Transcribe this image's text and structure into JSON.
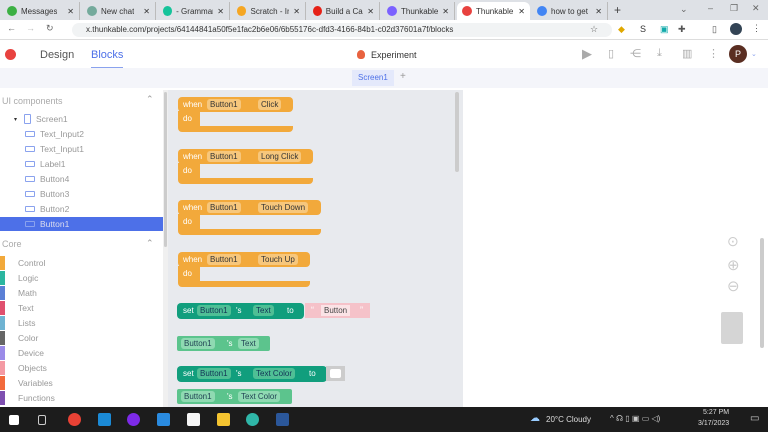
{
  "browser": {
    "tabs": [
      {
        "label": "Messages",
        "color": "#3cb043"
      },
      {
        "label": "New chat",
        "color": "#74aa9c"
      },
      {
        "label": "- Grammarl",
        "color": "#15c39a"
      },
      {
        "label": "Scratch - In",
        "color": "#f5a623"
      },
      {
        "label": "Build a Calc",
        "color": "#e62117"
      },
      {
        "label": "Thunkable",
        "color": "#7b61ff"
      },
      {
        "label": "Thunkable",
        "color": "#e8423f",
        "active": true
      },
      {
        "label": "how to get",
        "color": "#4285f4"
      }
    ],
    "url": "x.thunkable.com/projects/64144841a50f5e1fac2b6e06/6b55176c-dfd3-4166-84b1-c02d37601a7f/blocks"
  },
  "app": {
    "design_tab": "Design",
    "blocks_tab": "Blocks",
    "project_name": "Experiment",
    "screen_tab": "Screen1",
    "add_screen": "+",
    "avatar": "P",
    "accent": "#4d70e8"
  },
  "left": {
    "ui_title": "UI components",
    "components": [
      "Screen1",
      "Text_Input2",
      "Text_Input1",
      "Label1",
      "Button4",
      "Button3",
      "Button2",
      "Button1"
    ],
    "selected": "Button1",
    "core_title": "Core",
    "categories": [
      {
        "label": "Control",
        "color": "#f2a93b"
      },
      {
        "label": "Logic",
        "color": "#2bb6a0"
      },
      {
        "label": "Math",
        "color": "#5b80d6"
      },
      {
        "label": "Text",
        "color": "#e0506e"
      },
      {
        "label": "Lists",
        "color": "#6fb3d2"
      },
      {
        "label": "Color",
        "color": "#666666"
      },
      {
        "label": "Device",
        "color": "#9b8be8"
      },
      {
        "label": "Objects",
        "color": "#f49aa3"
      },
      {
        "label": "Variables",
        "color": "#f26a3c"
      },
      {
        "label": "Functions",
        "color": "#7e4fb0"
      }
    ]
  },
  "blocks": {
    "when": "when",
    "do": "do",
    "set": "set",
    "s": "'s",
    "to": "to",
    "events": [
      {
        "component": "Button1",
        "event": "Click"
      },
      {
        "component": "Button1",
        "event": "Long Click"
      },
      {
        "component": "Button1",
        "event": "Touch Down"
      },
      {
        "component": "Button1",
        "event": "Touch Up"
      }
    ],
    "set_text": {
      "component": "Button1",
      "property": "Text",
      "value": "Button"
    },
    "get_text": {
      "component": "Button1",
      "property": "Text"
    },
    "set_color": {
      "component": "Button1",
      "property": "Text Color"
    },
    "get_color": {
      "component": "Button1",
      "property": "Text Color"
    }
  },
  "taskbar": {
    "weather": "20°C  Cloudy",
    "time": "5:27 PM",
    "date": "3/17/2023"
  }
}
